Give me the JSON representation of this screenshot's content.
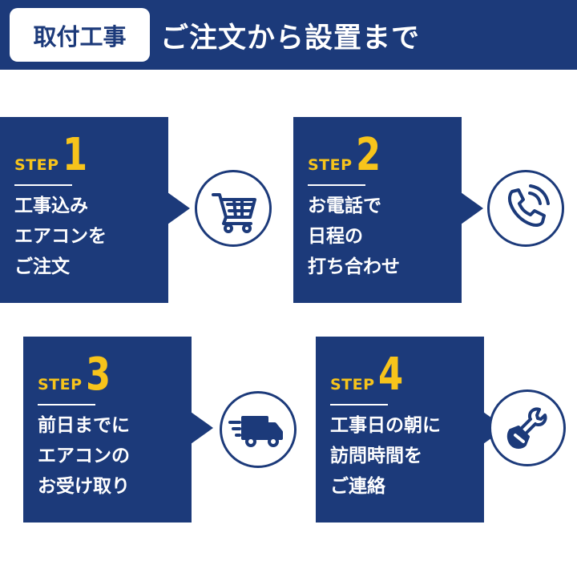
{
  "header": {
    "tag": "取付工事",
    "title": "ご注文から設置まで"
  },
  "colors": {
    "navy": "#1c3a7a",
    "accent": "#f7c41b"
  },
  "steps": [
    {
      "word": "STEP",
      "number": "1",
      "lines": [
        "工事込み",
        "エアコンを",
        "ご注文"
      ],
      "icon": "shopping-cart-icon"
    },
    {
      "word": "STEP",
      "number": "2",
      "lines": [
        "お電話で",
        "日程の",
        "打ち合わせ"
      ],
      "icon": "phone-icon"
    },
    {
      "word": "STEP",
      "number": "3",
      "lines": [
        "前日までに",
        "エアコンの",
        "お受け取り"
      ],
      "icon": "delivery-truck-icon"
    },
    {
      "word": "STEP",
      "number": "4",
      "lines": [
        "工事日の朝に",
        "訪問時間を",
        "ご連絡"
      ],
      "icon": "wrench-tools-icon"
    }
  ]
}
